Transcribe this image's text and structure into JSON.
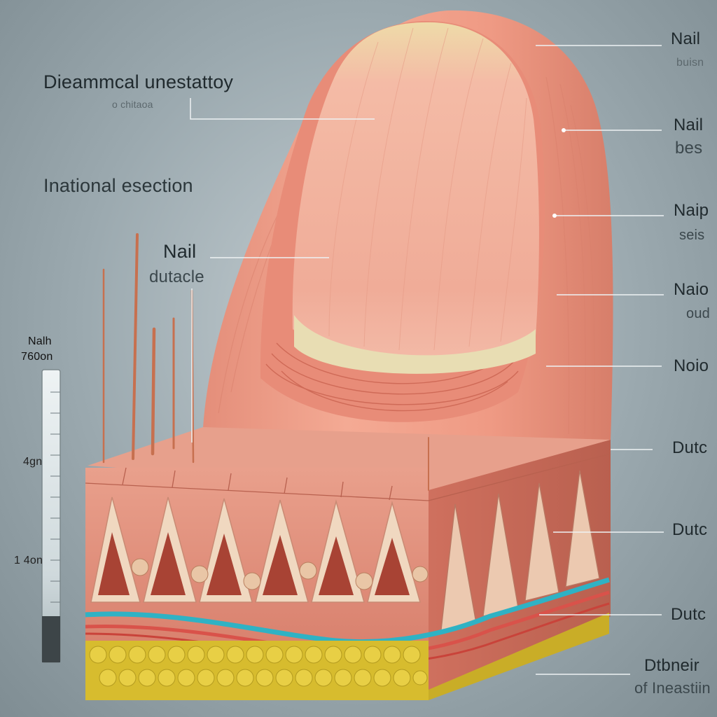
{
  "left_labels": {
    "title": "Dieammcal unestattoy",
    "title_sub": "o chitaoa",
    "section": "Inational esection",
    "nail_cuticle_line1": "Nail",
    "nail_cuticle_line2": "dutacle"
  },
  "scale_bar": {
    "title_line1": "Nalh",
    "title_line2": "760on",
    "mark_mid": "4gn",
    "mark_low": "1 4on"
  },
  "right_labels": [
    {
      "text": "Nail",
      "sub": "buisn"
    },
    {
      "text": "Nail",
      "sub": "bes"
    },
    {
      "text": "Naip",
      "sub": "seis"
    },
    {
      "text": "Naio",
      "sub": "oud"
    },
    {
      "text": "Noio",
      "sub": ""
    },
    {
      "text": "Dutc",
      "sub": ""
    },
    {
      "text": "Dutc",
      "sub": ""
    },
    {
      "text": "Dutc",
      "sub": ""
    },
    {
      "text": "Dtbneir",
      "sub": "of Ineastiin"
    }
  ],
  "colors": {
    "background": "#9ba9af",
    "skin": "#f0a08c",
    "nail_plate": "#f2b7a4",
    "lunula": "#e8ddb3",
    "dermis": "#e49a86",
    "blood_vessel_blue": "#2fb2c4",
    "blood_vessel_red": "#d9524a",
    "fat_layer": "#d9c12f"
  }
}
